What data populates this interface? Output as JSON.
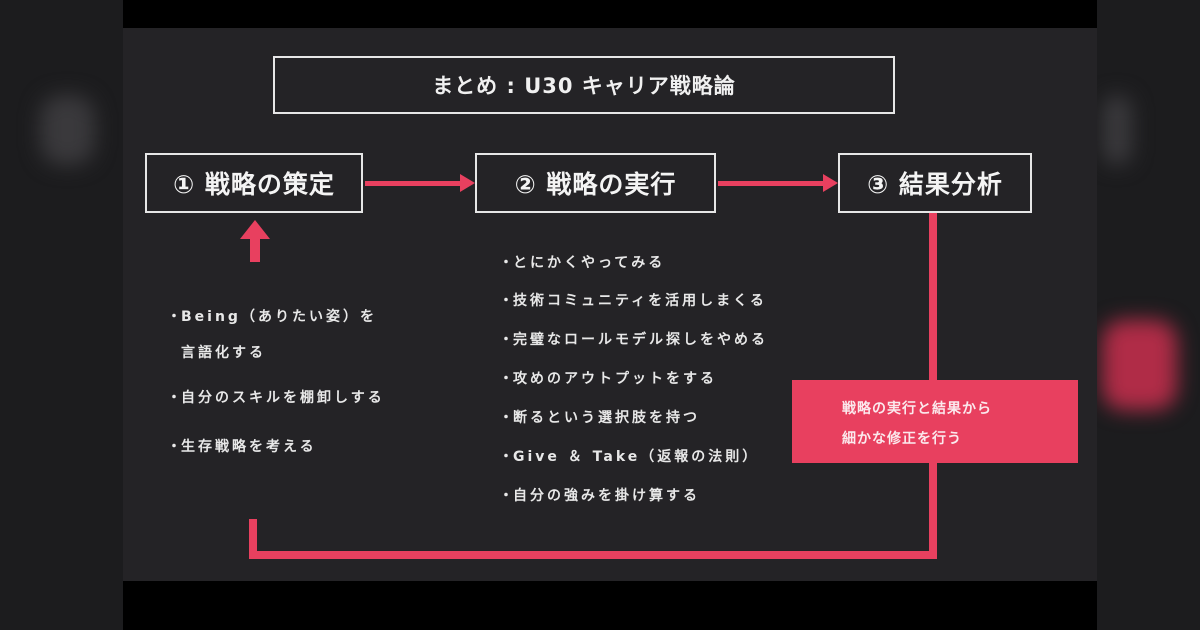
{
  "colors": {
    "accent": "#e8405f",
    "slide_bg": "#242326",
    "letterbox": "#000000",
    "text": "#f0f0f0"
  },
  "title": "まとめ : U30 キャリア戦略論",
  "steps": [
    {
      "label": "① 戦略の策定"
    },
    {
      "label": "② 戦略の実行"
    },
    {
      "label": "③ 結果分析"
    }
  ],
  "step1_items": {
    "item0_line1": "Being（ありたい姿）を",
    "item0_line2": "言語化する",
    "item1": "自分のスキルを棚卸しする",
    "item2": "生存戦略を考える"
  },
  "step2_items": [
    "とにかくやってみる",
    "技術コミュニティを活用しまくる",
    "完璧なロールモデル探しをやめる",
    "攻めのアウトプットをする",
    "断るという選択肢を持つ",
    "Give ＆ Take（返報の法則）",
    "自分の強みを掛け算する"
  ],
  "note": {
    "line1": "戦略の実行と結果から",
    "line2": "細かな修正を行う"
  },
  "icons": {
    "right_arrow_1": "arrow-right",
    "right_arrow_2": "arrow-right",
    "up_arrow": "arrow-up",
    "feedback_loop": "loop-connector"
  }
}
